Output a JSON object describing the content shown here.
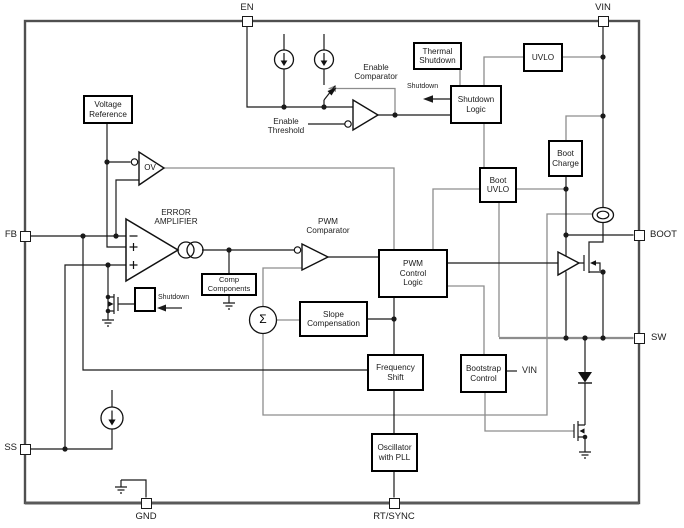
{
  "diagram": {
    "title": "switching-regulator functional block diagram",
    "pins": {
      "en": "EN",
      "vin": "VIN",
      "fb": "FB",
      "ss": "SS",
      "boot": "BOOT",
      "sw": "SW",
      "gnd": "GND",
      "rtsync": "RT/SYNC"
    },
    "blocks": {
      "voltage_reference": "Voltage\nReference",
      "thermal_shutdown": "Thermal\nShutdown",
      "uvlo": "UVLO",
      "shutdown_logic": "Shutdown\nLogic",
      "boot_charge": "Boot\nCharge",
      "boot_uvlo": "Boot\nUVLO",
      "pwm_control_logic": "PWM\nControl\nLogic",
      "comp_components": "Comp\nComponents",
      "slope_compensation": "Slope\nCompensation",
      "frequency_shift": "Frequency\nShift",
      "bootstrap_control": "Bootstrap\nControl",
      "oscillator_pll": "Oscillator\nwith PLL"
    },
    "labels": {
      "error_amplifier": "ERROR\nAMPLIFIER",
      "pwm_comparator": "PWM\nComparator",
      "enable_comparator": "Enable\nComparator",
      "enable_threshold": "Enable\nThreshold",
      "shutdown_top": "Shutdown",
      "shutdown_mid": "Shutdown",
      "bootstrap_vin": "VIN",
      "ov": "OV",
      "sigma": "Σ"
    },
    "symbols": [
      "current-source-icon",
      "current-source-icon",
      "current-source-icon",
      "comparator-triangle-icon",
      "error-amplifier-triangle-icon",
      "ov-comparator-triangle-icon",
      "pwm-comparator-triangle-icon",
      "gate-driver-triangle-icon",
      "sigma-summing-icon",
      "current-sense-icon",
      "nmos-transistor-icon",
      "nmos-transistor-icon",
      "nmos-transistor-icon",
      "diode-icon",
      "ground-icon",
      "ground-icon",
      "ground-icon",
      "ground-icon",
      "switch-icon"
    ],
    "colors": {
      "background": "#ffffff",
      "wire_black": "#1a1a1a",
      "wire_gray": "#8d8d8d",
      "chip_border": "#4f4f4f",
      "box_border": "#000000"
    }
  }
}
